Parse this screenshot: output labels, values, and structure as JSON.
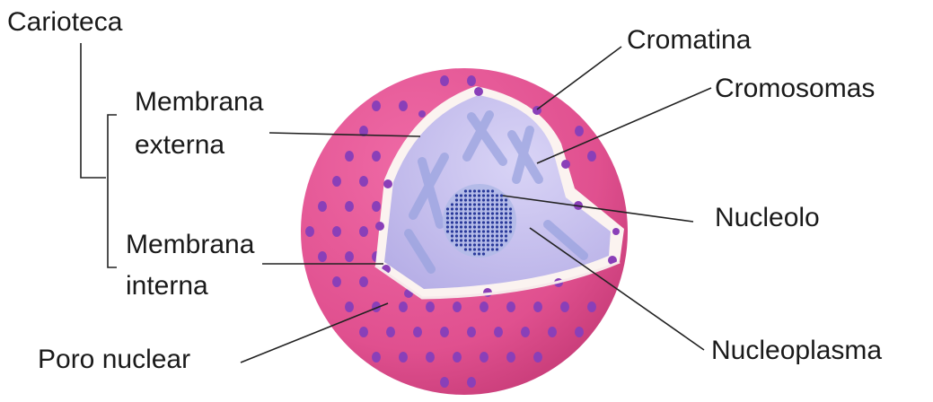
{
  "labels": {
    "carioteca": "Carioteca",
    "membrana_externa_1": "Membrana",
    "membrana_externa_2": "externa",
    "membrana_interna_1": "Membrana",
    "membrana_interna_2": "interna",
    "poro_nuclear": "Poro nuclear",
    "cromatina": "Cromatina",
    "cromosomas": "Cromosomas",
    "nucleolo": "Nucleolo",
    "nucleoplasma": "Nucleoplasma"
  },
  "colors": {
    "envelope": "#e0508f",
    "envelope_dark": "#c53a76",
    "pore": "#8a3fb8",
    "membrane_gap": "#fbf3f0",
    "nucleoplasm": "#c9c2ee",
    "chromosome": "#9fa8e0",
    "nucleolus_dot": "#2a3a9a",
    "leader_line": "#222222"
  }
}
